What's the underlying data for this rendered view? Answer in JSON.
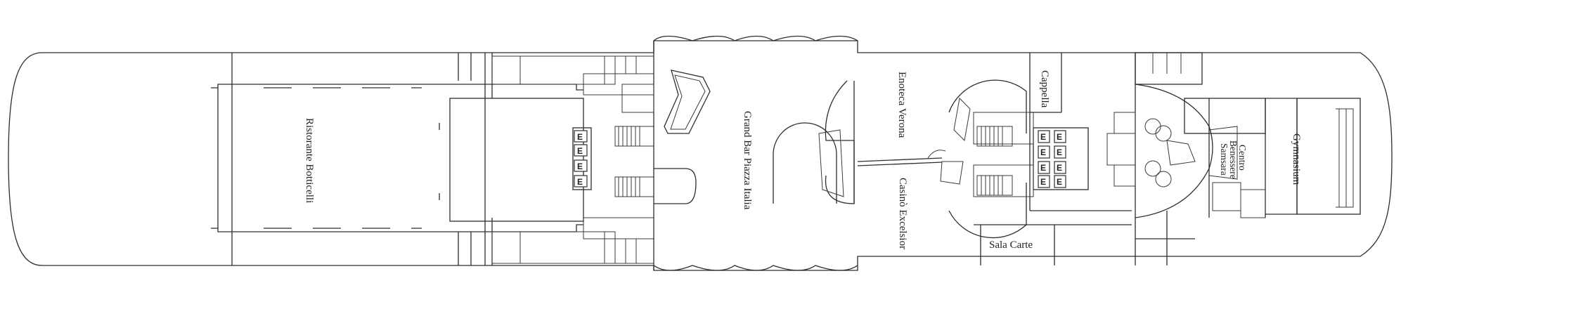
{
  "rooms": {
    "ristorante": "Ristorante Botticelli",
    "grand_bar": "Grand Bar Piazza Italia",
    "enoteca": "Enoteca Verona",
    "casino": "Casinò Excelsior",
    "cappella": "Cappella",
    "sala_carte": "Sala Carte",
    "spa_line1": "Centro",
    "spa_line2": "Benessere",
    "spa_line3": "Samsara",
    "gym": "Gymnasium"
  },
  "elevator_label": "E"
}
